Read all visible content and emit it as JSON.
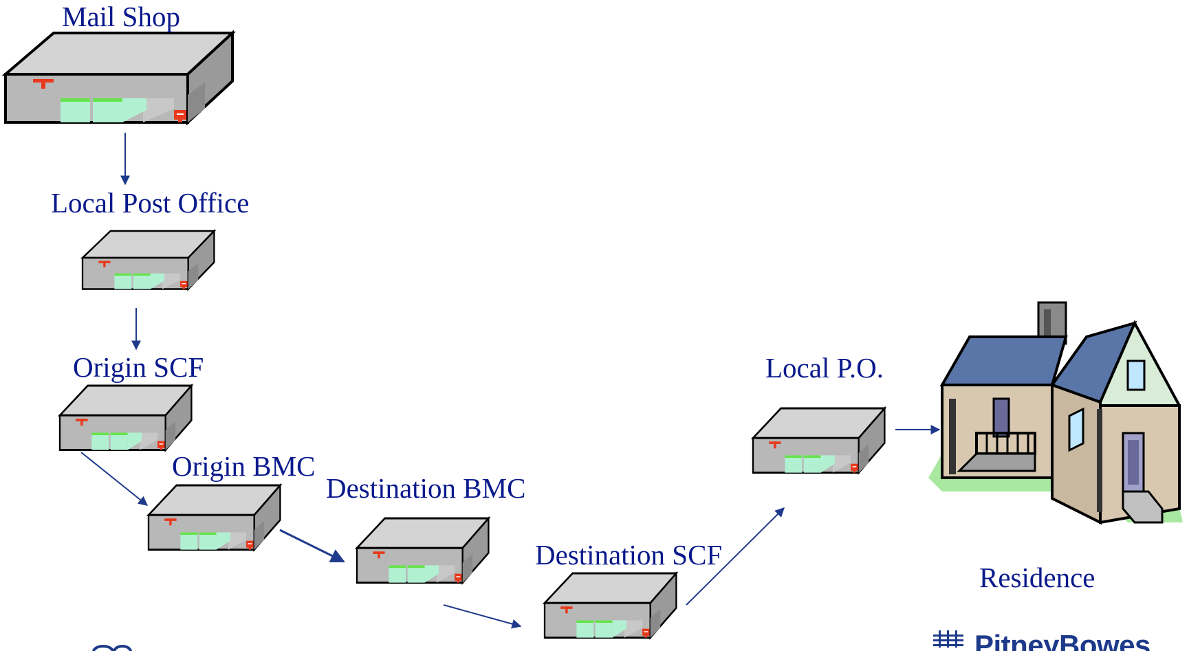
{
  "diagram": {
    "nodes": [
      {
        "id": "mail-shop",
        "label": "Mail Shop",
        "kind": "facility"
      },
      {
        "id": "local-post-office",
        "label": "Local Post Office",
        "kind": "facility"
      },
      {
        "id": "origin-scf",
        "label": "Origin SCF",
        "kind": "facility"
      },
      {
        "id": "origin-bmc",
        "label": "Origin BMC",
        "kind": "facility"
      },
      {
        "id": "destination-bmc",
        "label": "Destination BMC",
        "kind": "facility"
      },
      {
        "id": "destination-scf",
        "label": "Destination SCF",
        "kind": "facility"
      },
      {
        "id": "local-po",
        "label": "Local P.O.",
        "kind": "facility"
      },
      {
        "id": "residence",
        "label": "Residence",
        "kind": "house"
      }
    ],
    "edges": [
      [
        "mail-shop",
        "local-post-office"
      ],
      [
        "local-post-office",
        "origin-scf"
      ],
      [
        "origin-scf",
        "origin-bmc"
      ],
      [
        "origin-bmc",
        "destination-bmc"
      ],
      [
        "destination-bmc",
        "destination-scf"
      ],
      [
        "destination-scf",
        "local-po"
      ],
      [
        "local-po",
        "residence"
      ]
    ]
  },
  "logo": {
    "text": "PitneyBowes"
  },
  "colors": {
    "label": "#0a1a8c",
    "arrow": "#1f3a8c",
    "building_top": "#d4d4d4",
    "building_front": "#b8b8b8",
    "building_side": "#9a9a9a",
    "window": "#b2f0d2",
    "window_top": "#66e34c",
    "postal_red": "#e8391c",
    "roof": "#5a76a8",
    "wall": "#d8c8b0",
    "lawn": "#a8e8a0"
  }
}
